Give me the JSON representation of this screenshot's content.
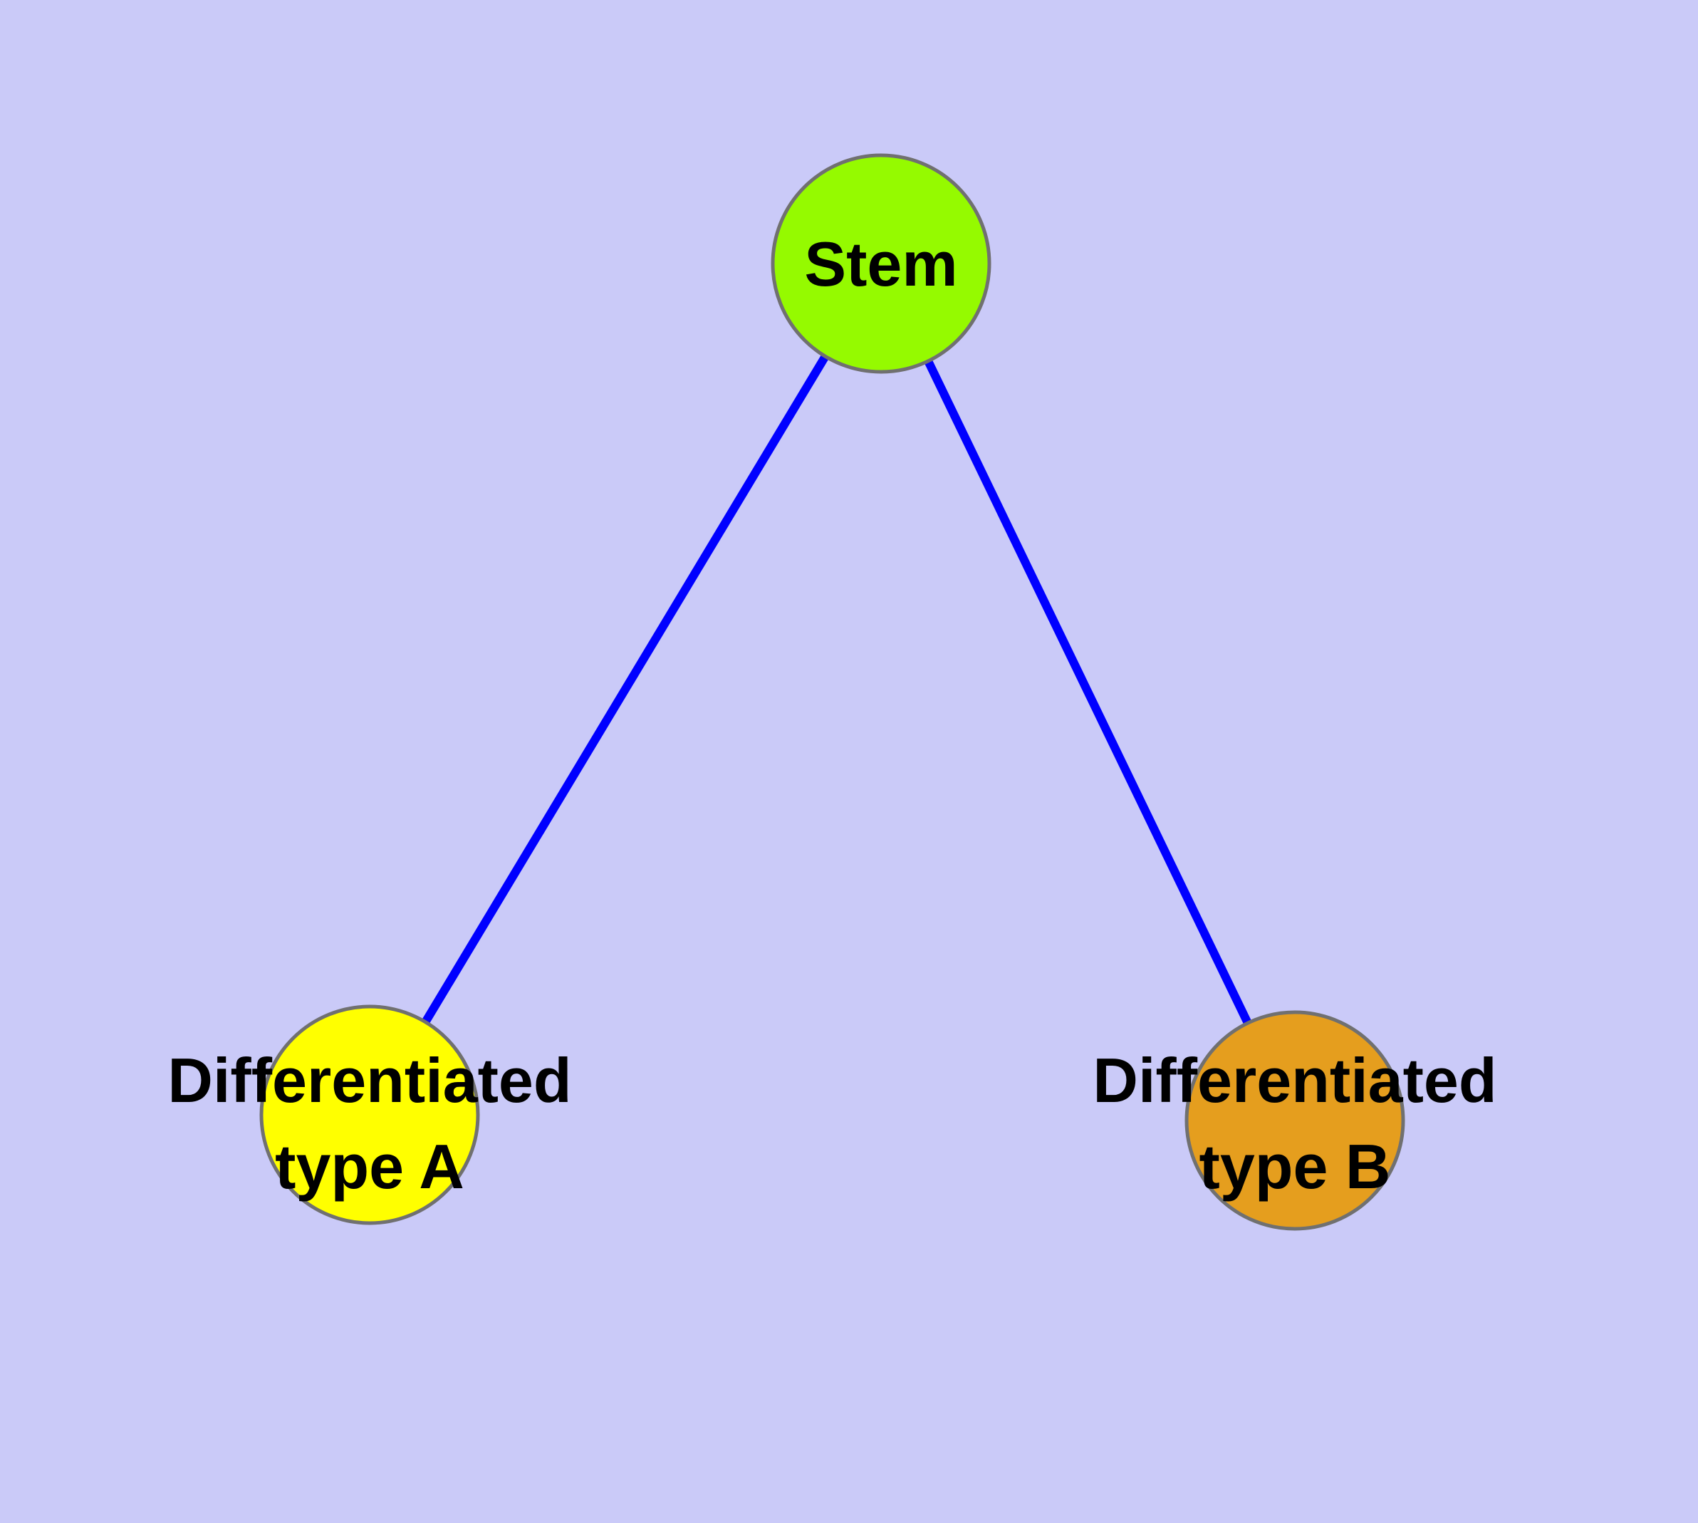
{
  "diagram": {
    "background_color": "#CACAF8",
    "edge_color": "#0000FF",
    "node_border_color": "#707070",
    "label_color": "#000000",
    "nodes": {
      "stem": {
        "label": "Stem",
        "fill": "#95FA00"
      },
      "type_a": {
        "label_line1": "Differentiated",
        "label_line2": "type A",
        "fill": "#FFFF00"
      },
      "type_b": {
        "label_line1": "Differentiated",
        "label_line2": "type B",
        "fill": "#E59E1E"
      }
    },
    "edges": [
      {
        "from": "Stem",
        "to": "Differentiated type A"
      },
      {
        "from": "Stem",
        "to": "Differentiated type B"
      }
    ]
  }
}
